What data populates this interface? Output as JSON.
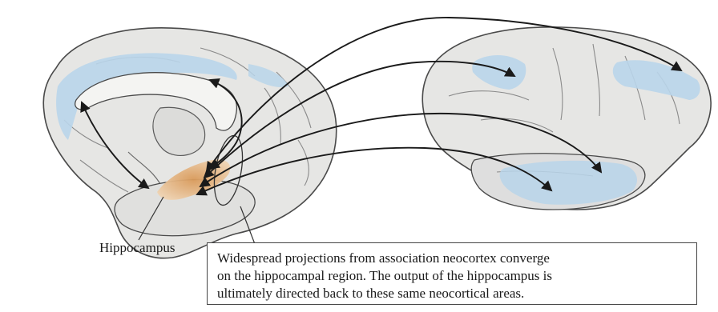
{
  "labels": {
    "hippocampus": "Hippocampus"
  },
  "caption": {
    "lines": [
      "Widespread projections from association neocortex converge",
      "on the hippocampal region. The output of the hippocampus is",
      "ultimately directed back to these same neocortical areas."
    ]
  },
  "colors": {
    "brain_fill": "#e6e6e4",
    "brain_outline": "#4a4a4a",
    "association_area": "#b9d5ea",
    "hippocampus": "#e3b07a",
    "arrows": "#1a1a1a"
  }
}
